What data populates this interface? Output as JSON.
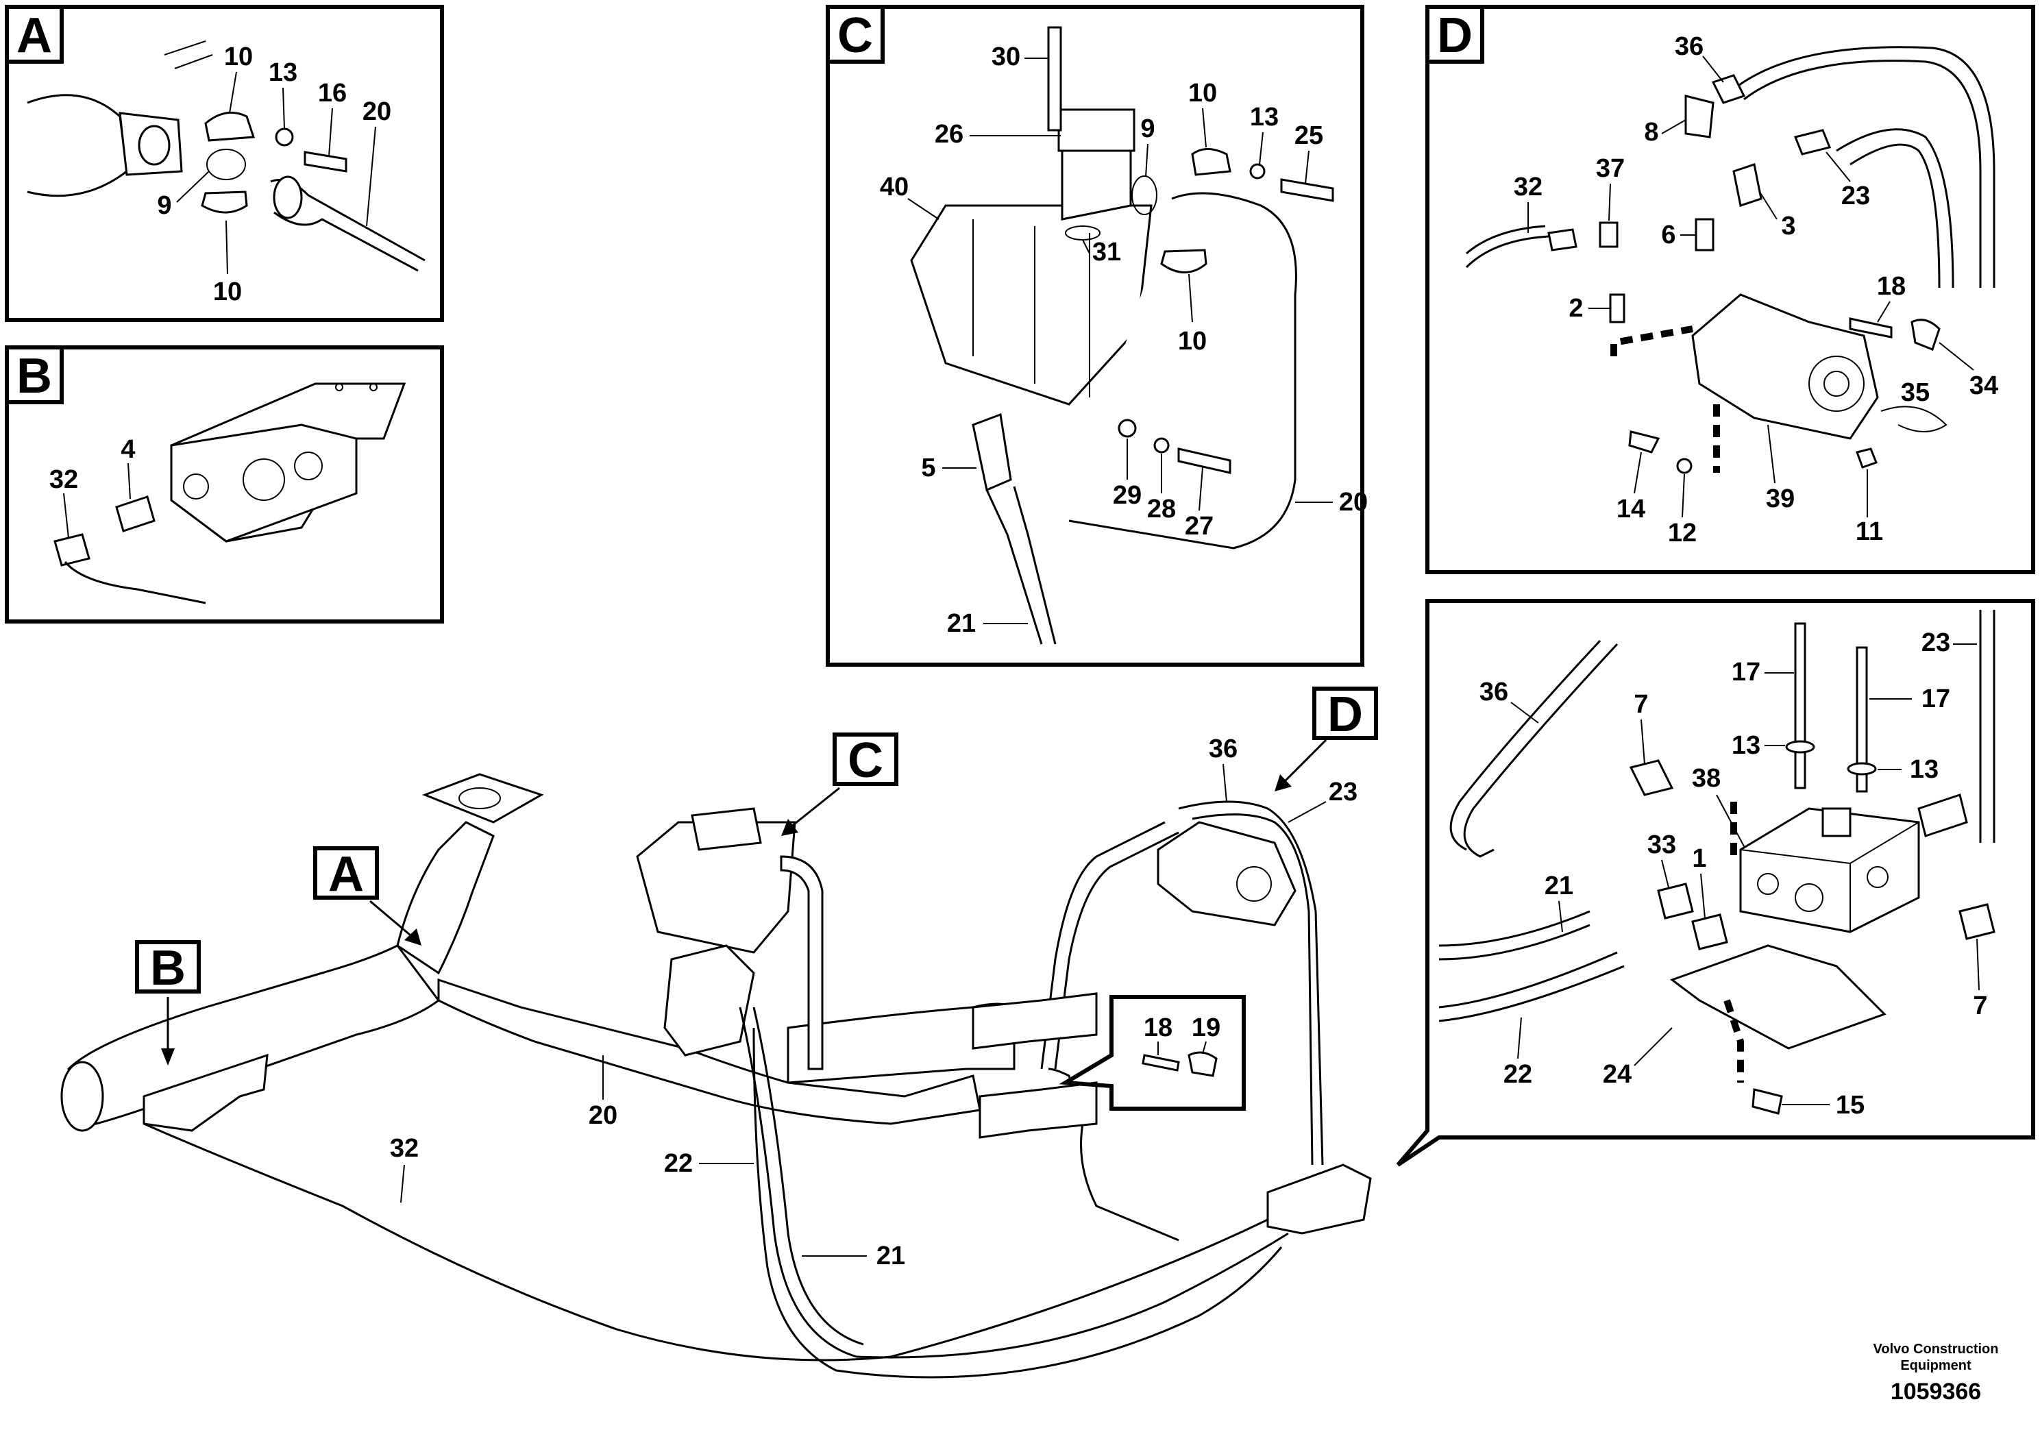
{
  "panels": {
    "A": {
      "letter": "A",
      "callouts": [
        "10",
        "13",
        "16",
        "20",
        "9",
        "10"
      ]
    },
    "B": {
      "letter": "B",
      "callouts": [
        "32",
        "4"
      ]
    },
    "C": {
      "letter": "C",
      "callouts": [
        "30",
        "26",
        "40",
        "9",
        "10",
        "13",
        "25",
        "31",
        "10",
        "5",
        "29",
        "28",
        "27",
        "20",
        "21"
      ]
    },
    "D": {
      "letter": "D",
      "callouts": [
        "36",
        "8",
        "37",
        "32",
        "6",
        "3",
        "23",
        "2",
        "18",
        "34",
        "35",
        "14",
        "12",
        "39",
        "11"
      ]
    },
    "E": {
      "callouts": [
        "23",
        "36",
        "7",
        "17",
        "17",
        "13",
        "13",
        "38",
        "33",
        "21",
        "1",
        "22",
        "24",
        "15",
        "7"
      ]
    }
  },
  "main": {
    "markers": {
      "A": "A",
      "B": "B",
      "C": "C",
      "D": "D"
    },
    "callouts": [
      "36",
      "23",
      "20",
      "32",
      "22",
      "21",
      "18",
      "19"
    ]
  },
  "footer": {
    "brand_line1": "Volvo Construction",
    "brand_line2": "Equipment",
    "doc_number": "1059366"
  }
}
